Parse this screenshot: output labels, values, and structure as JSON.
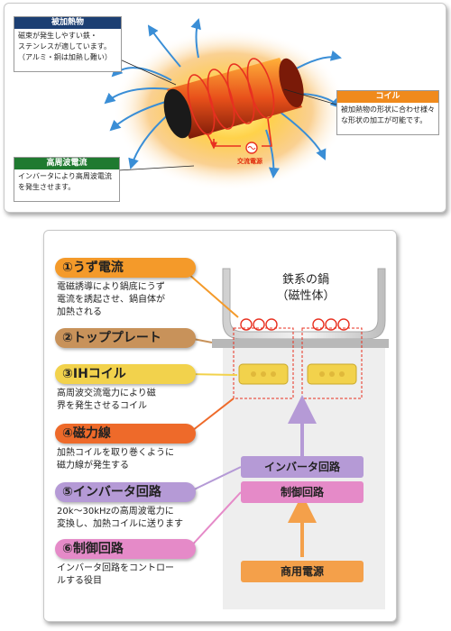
{
  "top": {
    "workpiece": {
      "title": "被加熱物",
      "lines": [
        "磁束が発生しやすい鉄・",
        "ステンレスが適しています。",
        "（アルミ・銅は加熱し難い）"
      ]
    },
    "coil": {
      "title": "コイル",
      "lines": [
        "被加熱物の形状に合わせ様々",
        "な形状の加工が可能です。"
      ]
    },
    "hf_current": {
      "title": "高周波電流",
      "lines": [
        "インバータにより高周波電流",
        "を発生させます。"
      ]
    },
    "ac_power": "交流電源"
  },
  "bottom": {
    "items": [
      {
        "title": "①うず電流",
        "lines": [
          "電磁誘導により鍋底にうず",
          "電流を誘起させ、鍋自体が",
          "加熱される"
        ]
      },
      {
        "title": "②トッププレート",
        "lines": []
      },
      {
        "title": "③IHコイル",
        "lines": [
          "高周波交流電力により磁",
          "界を発生させるコイル"
        ]
      },
      {
        "title": "④磁力線",
        "lines": [
          "加熱コイルを取り巻くように",
          "磁力線が発生する"
        ]
      },
      {
        "title": "⑤インバータ回路",
        "lines": [
          "20k～30kHzの高周波電力に",
          "変換し、加熱コイルに送ります"
        ]
      },
      {
        "title": "⑥制御回路",
        "lines": [
          "インバータ回路をコントロー",
          "ルする役目"
        ]
      }
    ],
    "pot_label": [
      "鉄系の鍋",
      "（磁性体）"
    ],
    "inverter": "インバータ回路",
    "control": "制御回路",
    "power": "商用電源"
  },
  "colors": {
    "navy": "#1c3f73",
    "orange": "#f08a1c",
    "green": "#1f7a30",
    "pill_orange": "#f49a2a",
    "pill_brown": "#c8925a",
    "pill_yellow": "#f2d24c",
    "pill_red": "#ee6a2a",
    "pill_purple": "#b59ad6",
    "pill_pink": "#e58ac8"
  }
}
